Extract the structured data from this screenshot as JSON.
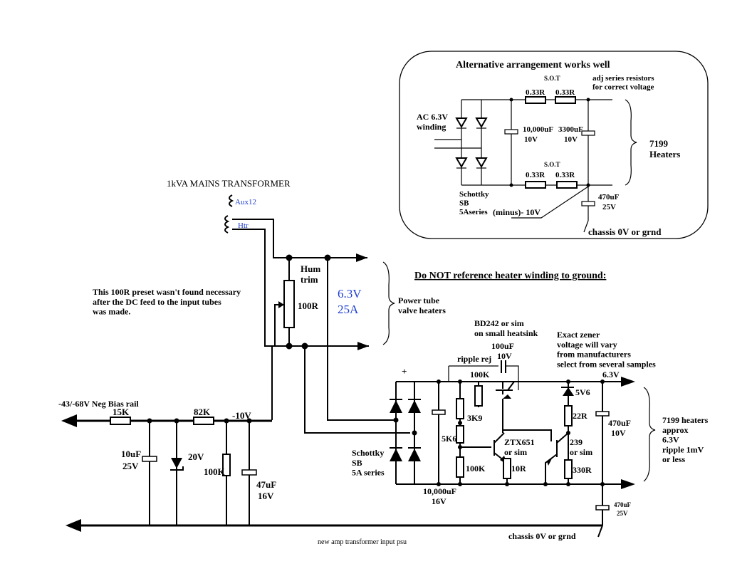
{
  "colors": {
    "ink": "#000000",
    "blue_label": "#1f3fd0",
    "background": "#ffffff"
  },
  "transformer": {
    "title": "1kVA MAINS TRANSFORMER",
    "winding_aux": "Aux12",
    "winding_htr": "Htr"
  },
  "heater_supply": {
    "hum_trim": "Hum\ntrim",
    "pot": "100R",
    "voltage": "6.3V",
    "current": "25A",
    "power_tube_note": "Power tube\nvalve heaters",
    "preset_note": "This 100R preset wasn't found necessary\nafter the DC feed to the input tubes\nwas made."
  },
  "warning": "Do NOT reference heater winding to ground:",
  "bias": {
    "rail": "-43/-68V Neg Bias rail",
    "r15k": "15K",
    "r82k": "82K",
    "minus10": "-10V",
    "c10u": "10uF",
    "c10u_v": "25V",
    "zener": "20V",
    "r100k": "100K",
    "c47u": "47uF",
    "c47u_v": "16V"
  },
  "regulator": {
    "bd242": "BD242 or sim\non small heatsink",
    "ripple_rej": "ripple   rej",
    "c100u": "100uF",
    "c100u_v": "10V",
    "zener_note": "Exact zener\nvoltage will vary\nfrom manufacturers\nselect from several samples",
    "out_v": "6.3V",
    "plus": "+",
    "r100k": "100K",
    "r3k9": "3K9",
    "r5k6": "5K6",
    "ztx": "ZTX651\nor sim",
    "r100k_b": "100K",
    "r10r": "10R",
    "z5v6": "5V6",
    "r22r": "22R",
    "q239": "239\nor sim",
    "r330r": "330R",
    "c470u": "470uF",
    "c470u_v": "10V",
    "schottky": "Schottky\nSB\n5A series",
    "c10000": "10,000uF",
    "c10000_v": "16V",
    "heaters_note": "7199 heaters\napprox\n6.3V\nripple 1mV\nor less",
    "c470_small": "470uF",
    "c470_small_v": "25V",
    "chassis": "chassis 0V or grnd",
    "caption": "new amp transformer input psu"
  },
  "alt": {
    "title": "Alternative arrangement works well",
    "sot_top": "S.O.T",
    "r1": "0.33R",
    "r2": "0.33R",
    "adj": "adj series resistors\nfor correct voltage",
    "ac_winding": "AC 6.3V\nwinding",
    "c10000": "10,000uF",
    "c10000_v": "10V",
    "c3300": "3300uF",
    "c3300_v": "10V",
    "heaters": "7199\nHeaters",
    "sot_bot": "S.O.T",
    "r3": "0.33R",
    "r4": "0.33R",
    "schottky": "Schottky\nSB\n5Aseries",
    "minus": "(minus)- 10V",
    "c470": "470uF",
    "c470_v": "25V",
    "chassis": "chassis 0V or grnd"
  }
}
